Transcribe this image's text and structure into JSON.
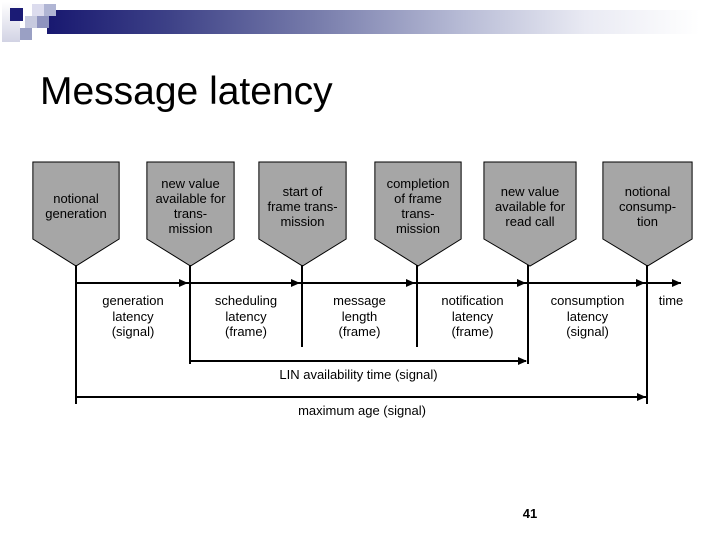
{
  "slide": {
    "title": "Message latency",
    "page_number": "41"
  },
  "colors": {
    "banner_navy": "#1a1a6e",
    "event_shape_gray": "#a6a6a6",
    "line_black": "#000000"
  },
  "diagram": {
    "events": [
      {
        "label": "notional\ngeneration"
      },
      {
        "label": "new value\navailable for\ntrans-\nmission"
      },
      {
        "label": "start of\nframe trans-\nmission"
      },
      {
        "label": "completion\nof frame\ntrans-\nmission"
      },
      {
        "label": "new value\navailable for\nread call"
      },
      {
        "label": "notional\nconsump-\ntion"
      }
    ],
    "segments": [
      {
        "label": "generation\nlatency\n(signal)"
      },
      {
        "label": "scheduling\nlatency\n(frame)"
      },
      {
        "label": "message\nlength\n(frame)"
      },
      {
        "label": "notification\nlatency\n(frame)"
      },
      {
        "label": "consumption\nlatency\n(signal)"
      }
    ],
    "time_label": "time",
    "spans": [
      {
        "label": "LIN availability time (signal)"
      },
      {
        "label": "maximum age (signal)"
      }
    ]
  }
}
